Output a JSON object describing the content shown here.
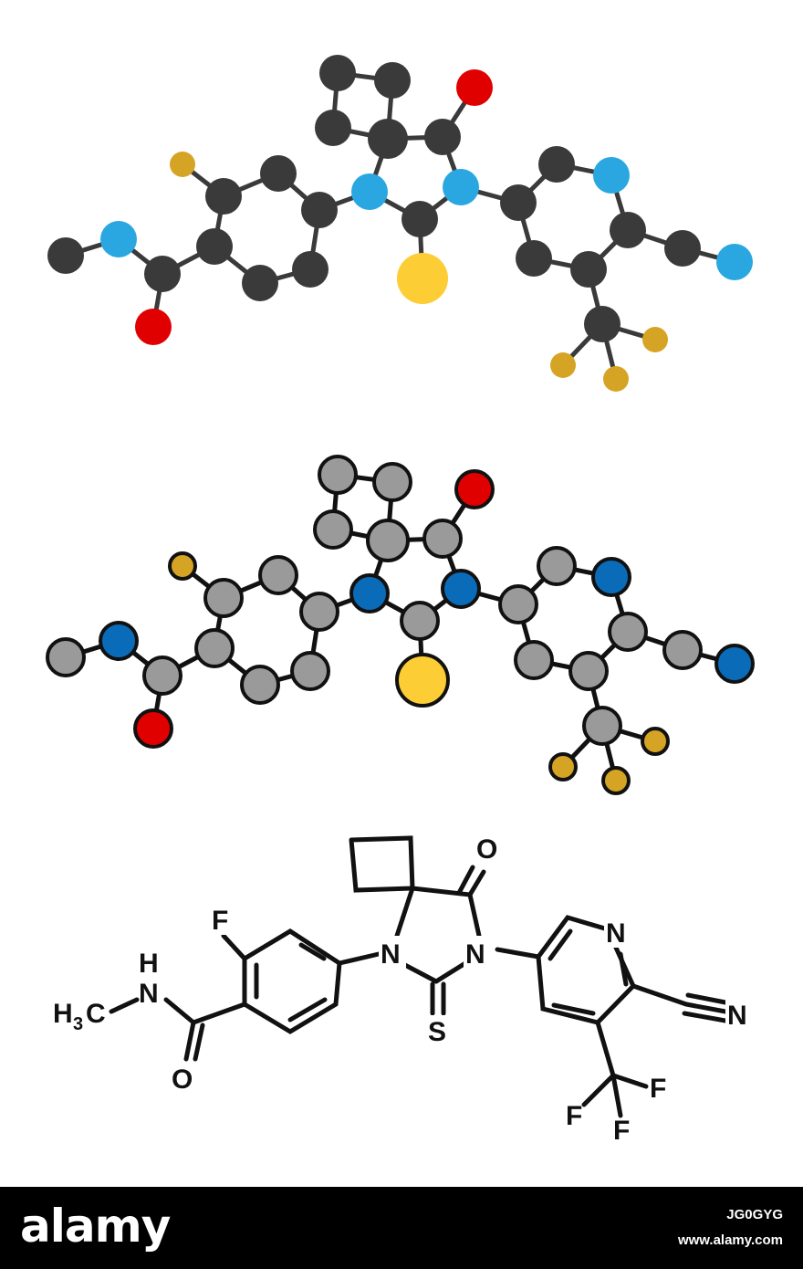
{
  "footer": {
    "logo": "alamy",
    "image_id": "JG0GYG",
    "site": "www.alamy.com"
  },
  "structure_labels": {
    "fluorine_ring": "F",
    "amide_nh": "N",
    "amide_h": "H",
    "methyl": "H",
    "methyl_sub": "3",
    "methyl_c": "C",
    "amide_o": "O",
    "n1": "N",
    "n2": "N",
    "carbonyl_o": "O",
    "thione_s": "S",
    "pyridine_n": "N",
    "nitrile_n": "N",
    "cf3_f1": "F",
    "cf3_f2": "F",
    "cf3_f3": "F"
  },
  "colors": {
    "carbon_dark": "#3a3a3a",
    "carbon_grey": "#9a9a9a",
    "nitrogen_light": "#2aa7e1",
    "nitrogen_dark": "#0a6bb8",
    "oxygen": "#e00000",
    "sulfur": "#fccd34",
    "fluorine": "#d6a424"
  }
}
